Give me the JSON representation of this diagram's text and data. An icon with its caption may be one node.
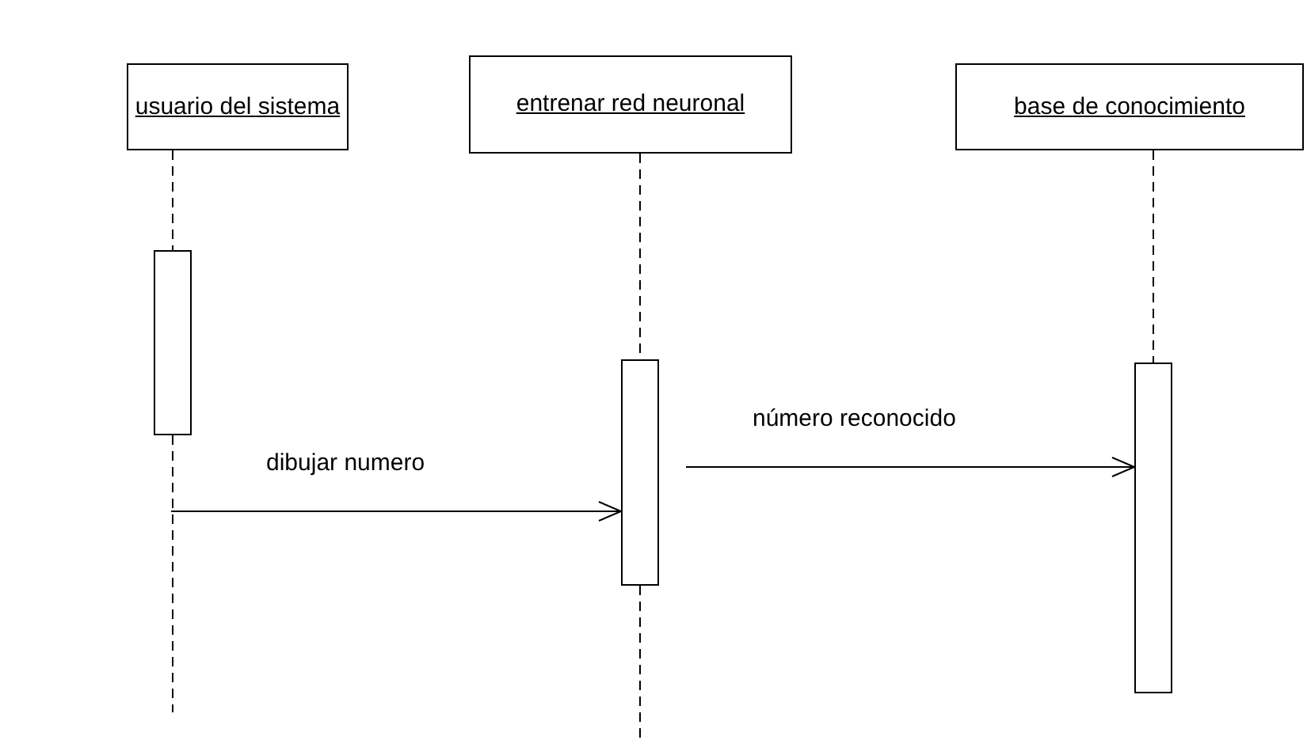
{
  "diagram": {
    "nodes": [
      {
        "text": [
          "usuario del sistema"
        ]
      },
      {
        "text": [
          "entrenar red neuronal"
        ]
      },
      {
        "text": [
          "base de conocimiento"
        ]
      },
      {
        "text": [],
        "shape": "bar"
      },
      {
        "text": [],
        "shape": "bar"
      },
      {
        "text": [],
        "shape": "bar"
      }
    ],
    "edges": [
      {
        "from": 0,
        "to": 3,
        "arrow": "none",
        "style": "dashed"
      },
      {
        "from": 3,
        "to": null,
        "arrow": "none",
        "style": "dashed"
      },
      {
        "from": 1,
        "to": 4,
        "arrow": "none",
        "style": "dashed"
      },
      {
        "from": 4,
        "to": null,
        "arrow": "none",
        "style": "dashed"
      },
      {
        "from": 2,
        "to": 5,
        "arrow": "none",
        "style": "dashed"
      },
      {
        "from": null,
        "to": 4,
        "arrow": "to",
        "label": "dibujar numero"
      },
      {
        "from": null,
        "to": 5,
        "arrow": "to",
        "label": "número reconocido"
      }
    ]
  }
}
